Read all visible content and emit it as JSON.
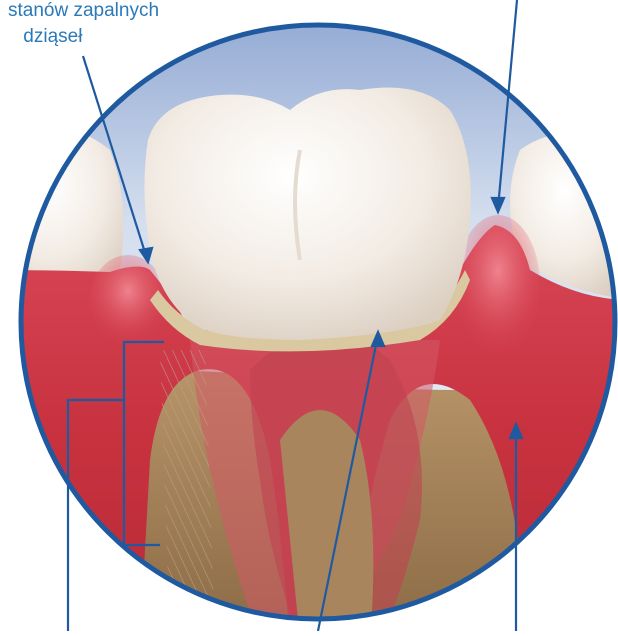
{
  "labels": {
    "gum_inflammation_line1": "stanów zapalnych",
    "gum_inflammation_line2": " dziąseł"
  },
  "colors": {
    "label_text": "#2b79b7",
    "pointer_line": "#1f5aa0",
    "circle_border": "#1f5aa0",
    "gum": "#c0303f",
    "gum_light": "#e0606a",
    "tooth_crown": "#f4eee6",
    "tartar": "#d9c8a0",
    "bone": "#a0805a",
    "sky_top": "#9ab0d6"
  },
  "icons": [
    "gum-tooth-cross-section-illustration"
  ]
}
